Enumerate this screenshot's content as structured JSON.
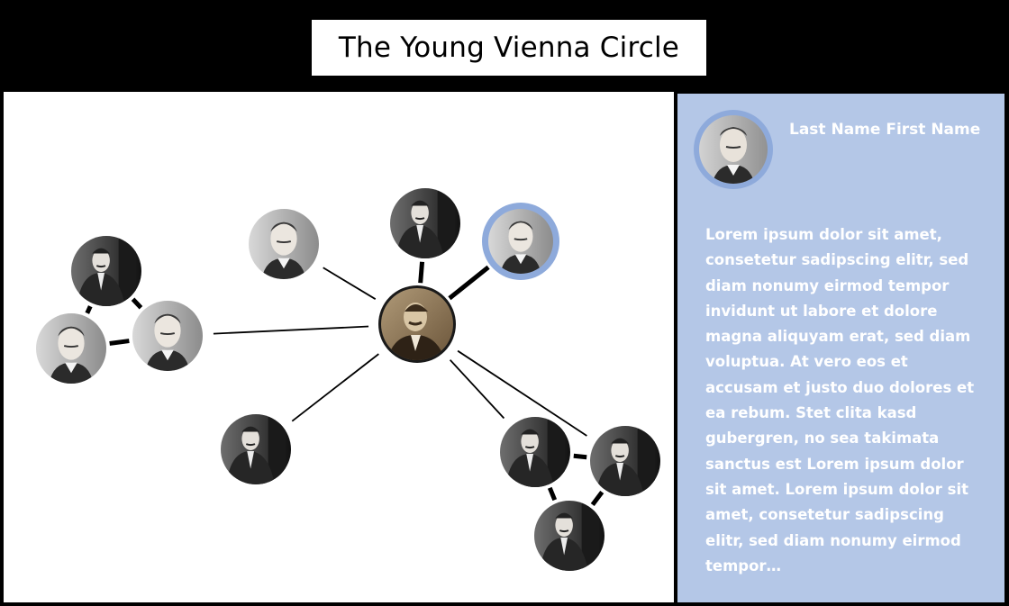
{
  "title": "The Young Vienna Circle",
  "selected_person": {
    "name": "Last Name First Name",
    "bio": "Lorem ipsum dolor sit amet, consetetur sadipscing elitr, sed diam nonumy eirmod tempor invidunt ut labore et dolore magna aliquyam erat, sed diam voluptua. At vero eos et accusam et justo duo dolores et ea rebum. Stet clita kasd gubergren, no sea takimata sanctus est Lorem ipsum dolor sit amet. Lorem ipsum dolor sit amet, consetetur sadipscing elitr, sed diam nonumy eirmod tempor…"
  },
  "colors": {
    "header_bg": "#000000",
    "panel_bg": "#b4c7e7",
    "highlight_ring": "#8eaadb",
    "center_photo": "#8a7355"
  },
  "network": {
    "nodes": [
      {
        "id": "center",
        "portrait": "sepia-man-portrait",
        "role": "center"
      },
      {
        "id": "p1",
        "portrait": "young-man-portrait"
      },
      {
        "id": "p2",
        "portrait": "seated-man-portrait"
      },
      {
        "id": "p3",
        "portrait": "young-man-portrait",
        "selected": true
      },
      {
        "id": "p4",
        "portrait": "seated-man-portrait"
      },
      {
        "id": "p5",
        "portrait": "young-man-portrait"
      },
      {
        "id": "p6",
        "portrait": "young-man-portrait"
      },
      {
        "id": "p7",
        "portrait": "seated-man-portrait"
      },
      {
        "id": "p8",
        "portrait": "seated-man-portrait"
      },
      {
        "id": "p9",
        "portrait": "seated-man-portrait"
      },
      {
        "id": "p10",
        "portrait": "seated-man-portrait"
      }
    ],
    "edges": [
      {
        "source": "center",
        "target": "p1",
        "weight": 1
      },
      {
        "source": "center",
        "target": "p2",
        "weight": 3
      },
      {
        "source": "center",
        "target": "p3",
        "weight": 3
      },
      {
        "source": "center",
        "target": "p6",
        "weight": 1
      },
      {
        "source": "center",
        "target": "p7",
        "weight": 1
      },
      {
        "source": "center",
        "target": "p8",
        "weight": 1
      },
      {
        "source": "center",
        "target": "p9",
        "weight": 1
      },
      {
        "source": "p4",
        "target": "p5",
        "weight": 3
      },
      {
        "source": "p4",
        "target": "p6",
        "weight": 3
      },
      {
        "source": "p5",
        "target": "p6",
        "weight": 3
      },
      {
        "source": "p8",
        "target": "p9",
        "weight": 3
      },
      {
        "source": "p8",
        "target": "p10",
        "weight": 3
      },
      {
        "source": "p9",
        "target": "p10",
        "weight": 3
      }
    ]
  }
}
